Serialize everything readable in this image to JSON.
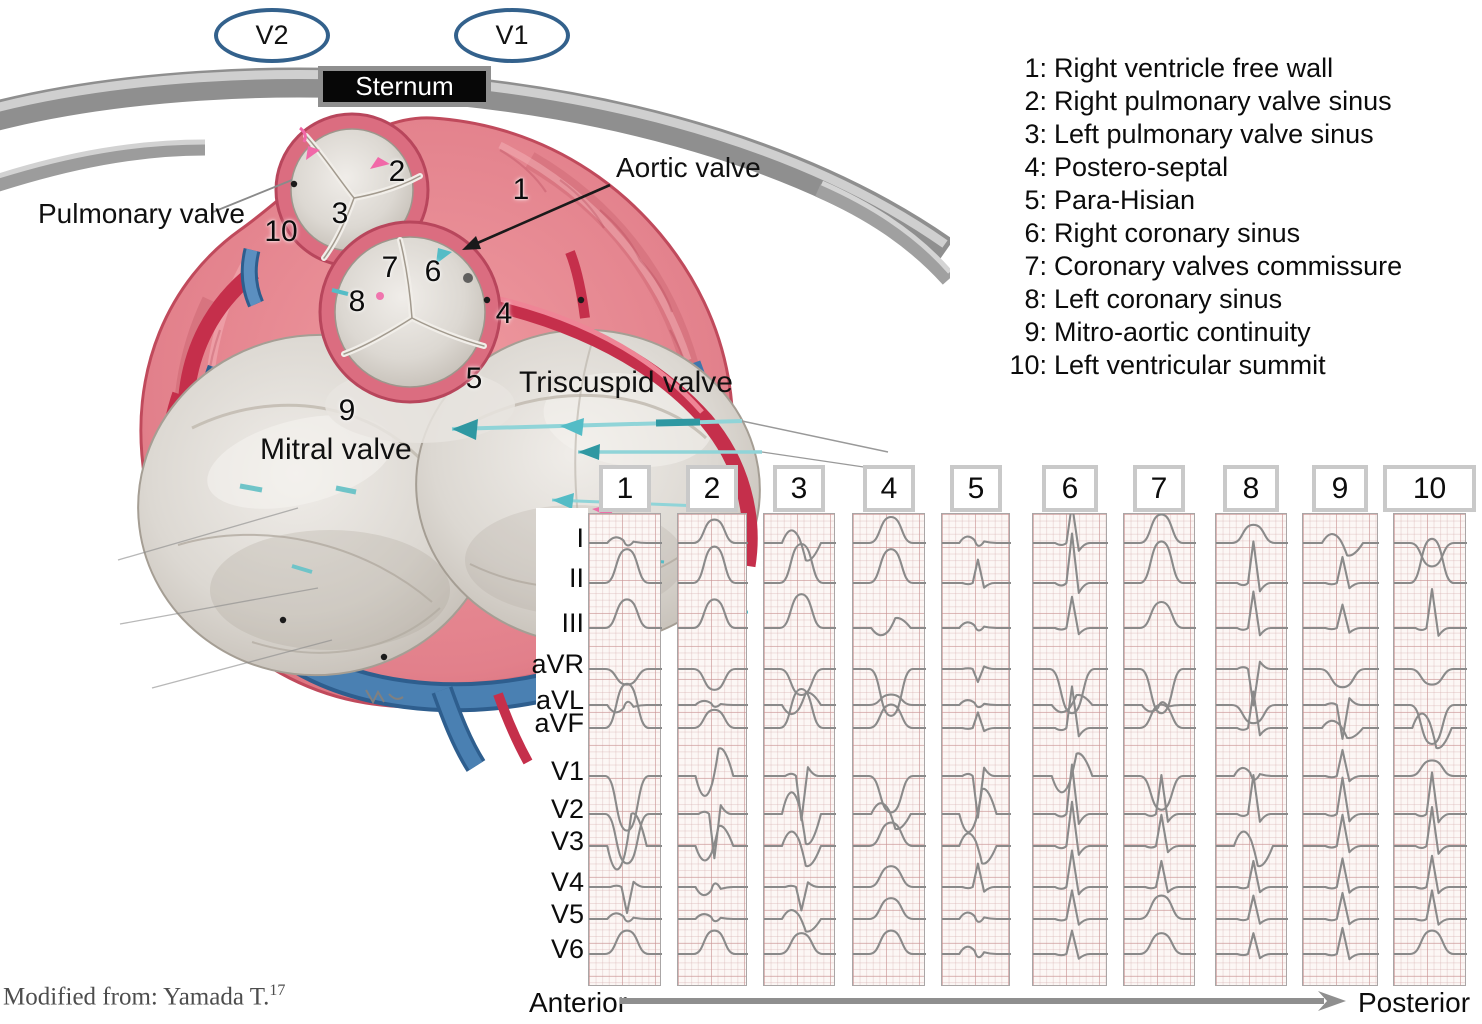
{
  "chest": {
    "electrodes": [
      "V2",
      "V1"
    ],
    "sternum": "Sternum"
  },
  "anatomy": {
    "pulmonary_label": "Pulmonary valve",
    "aortic_label": "Aortic valve",
    "mitral_label": "Mitral valve",
    "tricuspid_label": "Triscuspid valve",
    "sites": [
      "1",
      "2",
      "3",
      "4",
      "5",
      "6",
      "7",
      "8",
      "9",
      "10"
    ]
  },
  "legend": {
    "items": [
      {
        "num": "1",
        "label": "Right ventricle free wall"
      },
      {
        "num": "2",
        "label": "Right pulmonary valve sinus"
      },
      {
        "num": "3",
        "label": "Left pulmonary valve sinus"
      },
      {
        "num": "4",
        "label": "Postero-septal"
      },
      {
        "num": "5",
        "label": "Para-Hisian"
      },
      {
        "num": "6",
        "label": "Right coronary sinus"
      },
      {
        "num": "7",
        "label": "Coronary valves commissure"
      },
      {
        "num": "8",
        "label": "Left coronary sinus"
      },
      {
        "num": "9",
        "label": "Mitro-aortic continuity"
      },
      {
        "num": "10",
        "label": "Left ventricular summit"
      }
    ]
  },
  "ecg": {
    "columns": [
      "1",
      "2",
      "3",
      "4",
      "5",
      "6",
      "7",
      "8",
      "9",
      "10"
    ],
    "leads": [
      "I",
      "II",
      "III",
      "aVR",
      "aVL",
      "aVF",
      "V1",
      "V2",
      "V3",
      "V4",
      "V5",
      "V6"
    ],
    "axis_left": "Anterior",
    "axis_right": "Posterior",
    "morphologies": [
      [
        [
          "notch",
          0.35
        ],
        [
          "dome",
          1.3
        ],
        [
          "dome",
          1.1
        ],
        [
          "dome",
          -0.6
        ],
        [
          "notch",
          -0.45
        ],
        [
          "dome",
          1.7
        ],
        [
          "dome",
          -2.1
        ],
        [
          "dome",
          -1.9
        ],
        [
          "bi",
          -1.3
        ],
        [
          "spike",
          -1.0
        ],
        [
          "notch",
          0.35
        ],
        [
          "dome",
          0.9
        ]
      ],
      [
        [
          "dome",
          0.9
        ],
        [
          "dome",
          1.4
        ],
        [
          "dome",
          1.1
        ],
        [
          "dome",
          -0.8
        ],
        [
          "notch",
          0.25
        ],
        [
          "dome",
          0.7
        ],
        [
          "bi",
          -1.1
        ],
        [
          "spike",
          -1.7
        ],
        [
          "bi",
          -0.8
        ],
        [
          "notch",
          -0.5
        ],
        [
          "notch",
          0.3
        ],
        [
          "dome",
          0.9
        ]
      ],
      [
        [
          "bi",
          0.7
        ],
        [
          "dome",
          1.5
        ],
        [
          "dome",
          1.3
        ],
        [
          "dome",
          -1.0
        ],
        [
          "bi",
          -0.5
        ],
        [
          "dome",
          1.5
        ],
        [
          "spike",
          -1.7
        ],
        [
          "bi",
          1.2
        ],
        [
          "bi",
          0.8
        ],
        [
          "spike",
          -0.9
        ],
        [
          "bi",
          0.5
        ],
        [
          "dome",
          0.8
        ]
      ],
      [
        [
          "dome",
          1.0
        ],
        [
          "dome",
          1.3
        ],
        [
          "bi",
          -0.4
        ],
        [
          "dome",
          -1.8
        ],
        [
          "dome",
          0.4
        ],
        [
          "dome",
          0.9
        ],
        [
          "dome",
          -1.4
        ],
        [
          "bi",
          0.6
        ],
        [
          "dome",
          0.9
        ],
        [
          "dome",
          0.8
        ],
        [
          "dome",
          0.8
        ],
        [
          "dome",
          0.9
        ]
      ],
      [
        [
          "notch",
          0.4
        ],
        [
          "spike",
          0.9
        ],
        [
          "notch",
          0.35
        ],
        [
          "spike",
          -0.5
        ],
        [
          "notch",
          0.3
        ],
        [
          "spike",
          0.6
        ],
        [
          "spike",
          -1.6
        ],
        [
          "bi",
          -1.0
        ],
        [
          "bi",
          0.7
        ],
        [
          "spike",
          0.9
        ],
        [
          "notch",
          0.4
        ],
        [
          "notch",
          0.45
        ]
      ],
      [
        [
          "spike",
          1.5
        ],
        [
          "spike",
          1.9
        ],
        [
          "spike",
          1.2
        ],
        [
          "dome",
          -1.7
        ],
        [
          "bi",
          -0.4
        ],
        [
          "spike",
          1.6
        ],
        [
          "bi",
          -0.9
        ],
        [
          "spike",
          1.9
        ],
        [
          "spike",
          1.7
        ],
        [
          "spike",
          1.4
        ],
        [
          "spike",
          1.1
        ],
        [
          "spike",
          0.9
        ]
      ],
      [
        [
          "dome",
          1.1
        ],
        [
          "dome",
          1.6
        ],
        [
          "dome",
          1.0
        ],
        [
          "dome",
          -1.7
        ],
        [
          "notch",
          -0.4
        ],
        [
          "dome",
          0.9
        ],
        [
          "dome",
          -1.3
        ],
        [
          "spike",
          1.5
        ],
        [
          "spike",
          1.2
        ],
        [
          "spike",
          1.0
        ],
        [
          "dome",
          0.9
        ],
        [
          "dome",
          0.8
        ]
      ],
      [
        [
          "dome",
          0.7
        ],
        [
          "spike",
          1.6
        ],
        [
          "spike",
          1.4
        ],
        [
          "spike",
          -1.4
        ],
        [
          "dome",
          -0.7
        ],
        [
          "spike",
          1.4
        ],
        [
          "notch",
          0.5
        ],
        [
          "spike",
          1.5
        ],
        [
          "bi",
          0.8
        ],
        [
          "spike",
          1.0
        ],
        [
          "spike",
          0.9
        ],
        [
          "spike",
          0.8
        ]
      ],
      [
        [
          "bi",
          0.5
        ],
        [
          "spike",
          1.0
        ],
        [
          "spike",
          0.9
        ],
        [
          "dome",
          -0.7
        ],
        [
          "spike",
          -1.3
        ],
        [
          "bi",
          0.4
        ],
        [
          "spike",
          1.0
        ],
        [
          "spike",
          1.4
        ],
        [
          "spike",
          1.2
        ],
        [
          "spike",
          1.1
        ],
        [
          "spike",
          1.0
        ],
        [
          "spike",
          1.0
        ]
      ],
      [
        [
          "dome",
          -0.9
        ],
        [
          "dome",
          1.7
        ],
        [
          "spike",
          1.5
        ],
        [
          "dome",
          -0.6
        ],
        [
          "dome",
          -1.5
        ],
        [
          "bi",
          0.8
        ],
        [
          "dome",
          0.6
        ],
        [
          "spike",
          1.6
        ],
        [
          "spike",
          1.5
        ],
        [
          "spike",
          1.2
        ],
        [
          "spike",
          1.1
        ],
        [
          "dome",
          0.9
        ]
      ]
    ]
  },
  "citation": {
    "text": "Modified from: Yamada T.",
    "ref": "17"
  }
}
